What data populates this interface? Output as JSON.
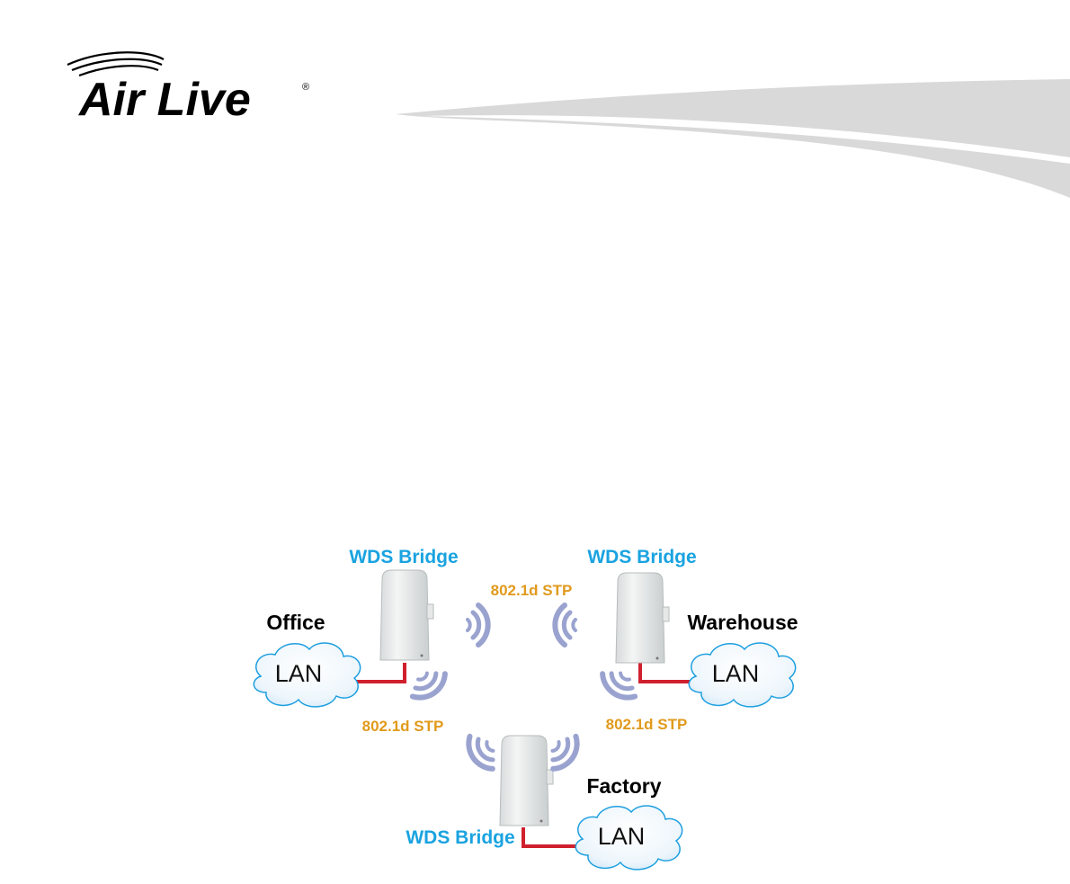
{
  "brand": {
    "name": "Air Live",
    "registered_mark": "®"
  },
  "diagram": {
    "nodes": [
      {
        "id": "office-bridge",
        "label": "WDS Bridge",
        "site": "Office",
        "lan": "LAN"
      },
      {
        "id": "warehouse-bridge",
        "label": "WDS Bridge",
        "site": "Warehouse",
        "lan": "LAN"
      },
      {
        "id": "factory-bridge",
        "label": "WDS Bridge",
        "site": "Factory",
        "lan": "LAN"
      }
    ],
    "links": [
      {
        "from": "office-bridge",
        "to": "warehouse-bridge",
        "label": "802.1d STP"
      },
      {
        "from": "office-bridge",
        "to": "factory-bridge",
        "label": "802.1d STP"
      },
      {
        "from": "warehouse-bridge",
        "to": "factory-bridge",
        "label": "802.1d STP"
      }
    ]
  },
  "colors": {
    "bridge_label": "#1aa3e0",
    "stp_label": "#e19a1c",
    "lan_cable": "#d0202e",
    "wave": "#9aa3cf",
    "header_swoosh": "#d9d9d9"
  }
}
